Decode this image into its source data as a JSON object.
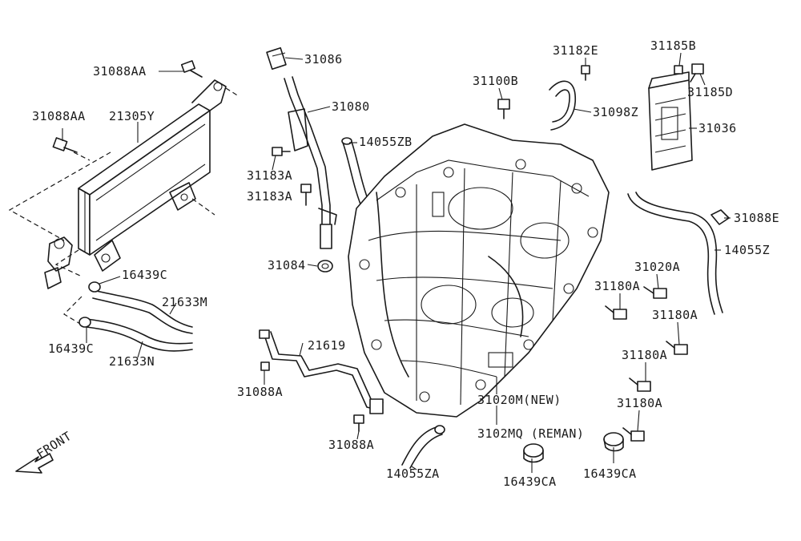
{
  "labels": {
    "l31088aa_top": "31088AA",
    "l31088aa_left": "31088AA",
    "l21305y": "21305Y",
    "l16439c_top": "16439C",
    "l16439c_bottom": "16439C",
    "l21633m": "21633M",
    "l21633n": "21633N",
    "l31086": "31086",
    "l31080": "31080",
    "l14055zb": "14055ZB",
    "l31183a_1": "31183A",
    "l31183a_2": "31183A",
    "l31084": "31084",
    "l31100b": "31100B",
    "l31182e": "31182E",
    "l31098z": "31098Z",
    "l31185b": "31185B",
    "l31185d": "31185D",
    "l31036": "31036",
    "l31088e": "31088E",
    "l14055z": "14055Z",
    "l31020a": "31020A",
    "l31180a_1": "31180A",
    "l31180a_2": "31180A",
    "l31180a_3": "31180A",
    "l31180a_4": "31180A",
    "l21619": "21619",
    "l31088a_1": "31088A",
    "l31088a_2": "31088A",
    "l31020m": "31020M(NEW)",
    "l3102mq": "3102MQ (REMAN)",
    "l14055za": "14055ZA",
    "l16439ca_1": "16439CA",
    "l16439ca_2": "16439CA",
    "front": "FRONT"
  },
  "colors": {
    "line": "#1a1a1a",
    "background": "#ffffff"
  }
}
